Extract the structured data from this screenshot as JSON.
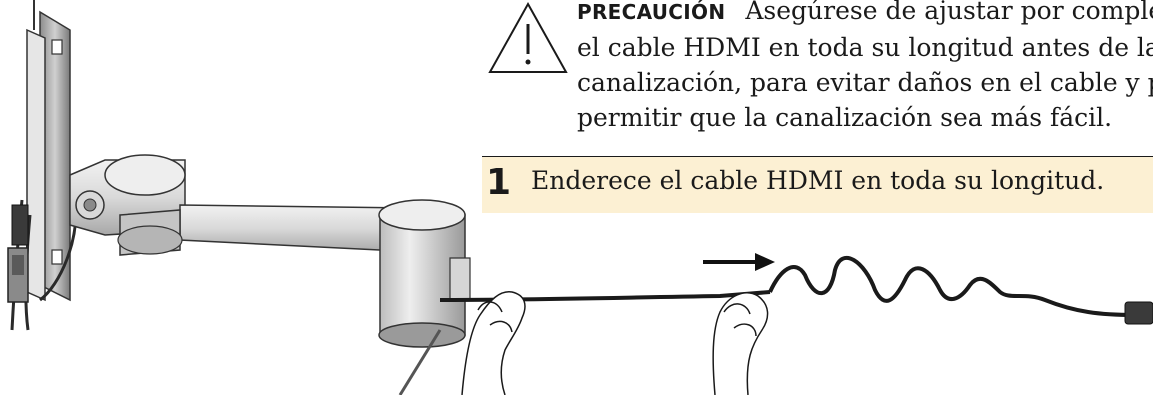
{
  "caution": {
    "label": "PRECAUCIÓN",
    "lines": [
      "Asegúrese de ajustar por completo",
      "el cable HDMI en toda su longitud antes de la",
      "canalización, para evitar daños en el cable y para",
      "permitir que la canalización sea más fácil."
    ]
  },
  "step": {
    "number": "1",
    "text": "Enderece el cable HDMI en toda su longitud."
  },
  "icons": {
    "warning": "warning-triangle-icon",
    "direction": "arrow-right-icon"
  },
  "colors": {
    "step_band": "#fcf0d3",
    "ink": "#1a1a1a"
  }
}
